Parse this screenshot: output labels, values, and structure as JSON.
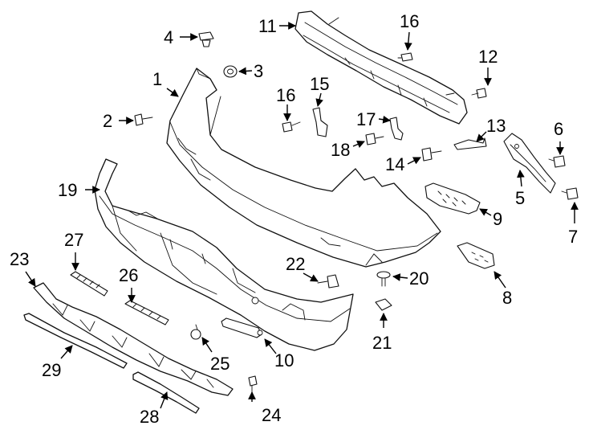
{
  "diagram": {
    "callouts": [
      {
        "part": "rear-bumper-cover-upper",
        "label": "1"
      },
      {
        "part": "screw-2",
        "label": "2"
      },
      {
        "part": "grommet",
        "label": "3"
      },
      {
        "part": "retainer-clip",
        "label": "4"
      },
      {
        "part": "side-bracket",
        "label": "5"
      },
      {
        "part": "bolt-6",
        "label": "6"
      },
      {
        "part": "push-pin-7",
        "label": "7"
      },
      {
        "part": "reflector-right",
        "label": "8"
      },
      {
        "part": "reflector-left",
        "label": "9"
      },
      {
        "part": "trim-strip",
        "label": "10"
      },
      {
        "part": "impact-bar",
        "label": "11"
      },
      {
        "part": "bolt-12",
        "label": "12"
      },
      {
        "part": "small-bracket",
        "label": "13"
      },
      {
        "part": "bolt-14",
        "label": "14"
      },
      {
        "part": "bracket-15",
        "label": "15"
      },
      {
        "part": "bolt-16",
        "label": "16"
      },
      {
        "part": "bolt-16b",
        "label": "16"
      },
      {
        "part": "bracket-17",
        "label": "17"
      },
      {
        "part": "bolt-18",
        "label": "18"
      },
      {
        "part": "rear-bumper-cover-lower",
        "label": "19"
      },
      {
        "part": "push-pin-20",
        "label": "20"
      },
      {
        "part": "clip-21",
        "label": "21"
      },
      {
        "part": "bolt-22",
        "label": "22"
      },
      {
        "part": "skid-plate",
        "label": "23"
      },
      {
        "part": "screw-24",
        "label": "24"
      },
      {
        "part": "plug",
        "label": "25"
      },
      {
        "part": "reinforcement-26",
        "label": "26"
      },
      {
        "part": "reinforcement-27",
        "label": "27"
      },
      {
        "part": "molding-28",
        "label": "28"
      },
      {
        "part": "molding-29",
        "label": "29"
      }
    ]
  }
}
